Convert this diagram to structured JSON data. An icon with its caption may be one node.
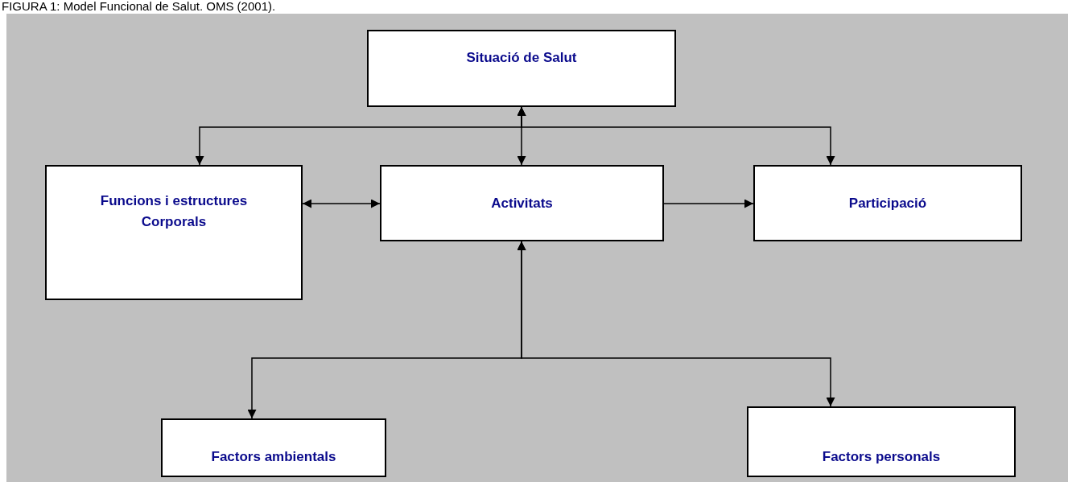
{
  "diagram": {
    "title": "FIGURA 1: Model Funcional de Salut. OMS (2001).",
    "nodes": [
      {
        "text": [
          "Situació de Salut"
        ]
      },
      {
        "text": [
          "Funcions i estructures Corporals"
        ]
      },
      {
        "text": [
          "Activitats"
        ]
      },
      {
        "text": [
          "Participació"
        ]
      },
      {
        "text": [
          "Factors ambientals"
        ]
      },
      {
        "text": [
          "Factors personals"
        ]
      }
    ],
    "edges": [
      {
        "from": 0,
        "to": 2,
        "arrow": "both"
      },
      {
        "from": 0,
        "to": 1,
        "arrow": "both"
      },
      {
        "from": 0,
        "to": 3,
        "arrow": "both"
      },
      {
        "from": 1,
        "to": 2,
        "arrow": "both"
      },
      {
        "from": 2,
        "to": 3,
        "arrow": "to"
      },
      {
        "from": 4,
        "to": 2,
        "arrow": "both"
      },
      {
        "from": 5,
        "to": 2,
        "arrow": "both"
      }
    ]
  }
}
